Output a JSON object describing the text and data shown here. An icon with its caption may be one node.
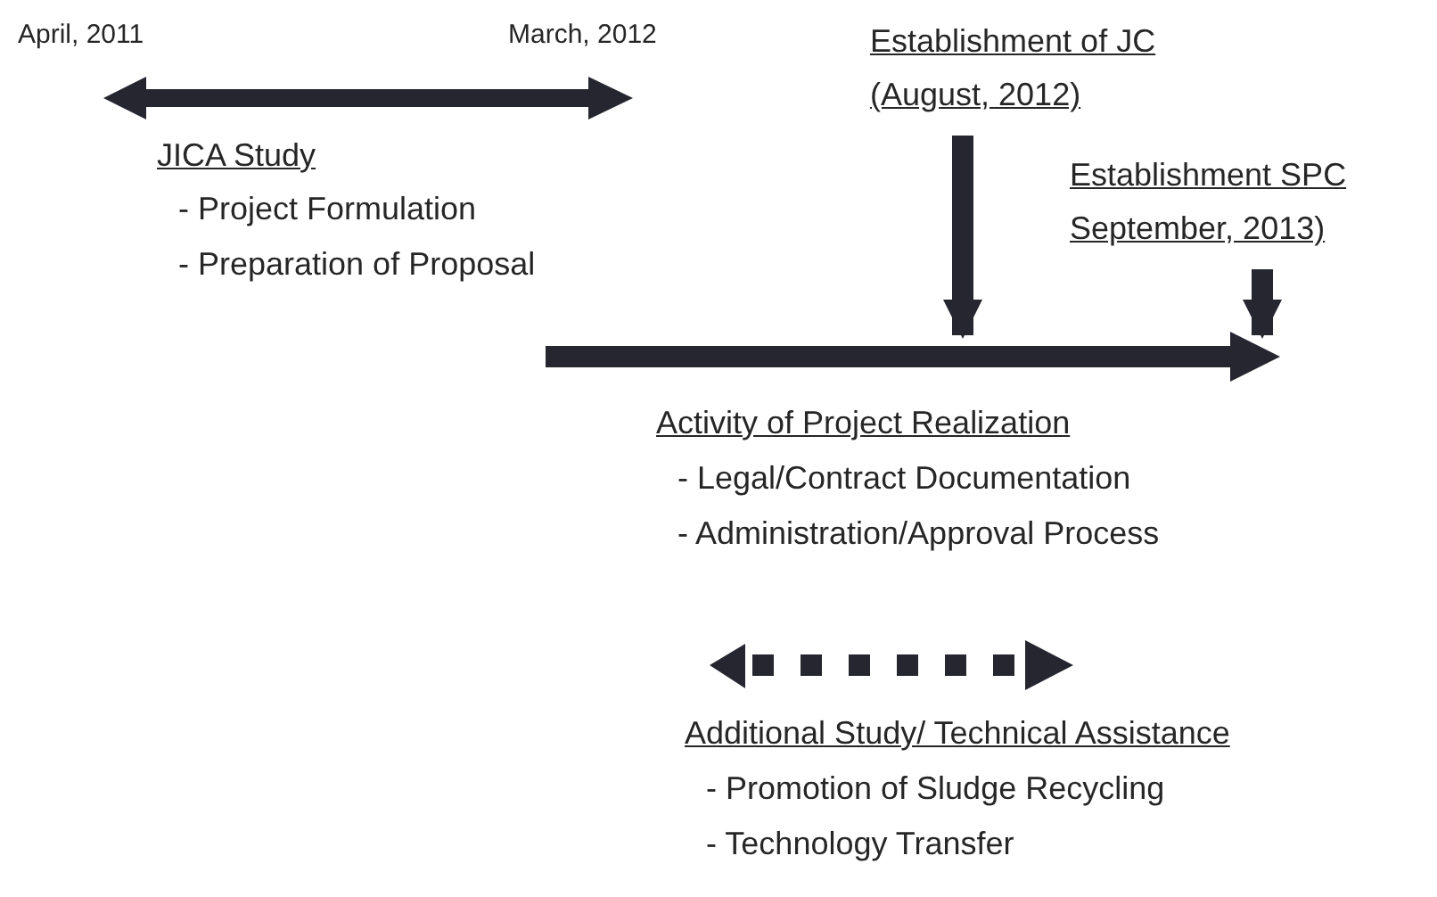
{
  "diagram": {
    "nodes": [
      {
        "text": [
          "Establishment of JC (August, 2012)"
        ]
      },
      {
        "text": [
          "Establishment SPC September, 2013)"
        ]
      },
      {
        "text": [],
        "shape": "bar"
      }
    ],
    "edges": [
      {
        "from": 0,
        "to": 2,
        "arrow": "to"
      },
      {
        "from": 1,
        "to": 2,
        "arrow": "to"
      }
    ],
    "labels": [
      "April, 2011",
      "March, 2012",
      "JICA Study",
      "- Project Formulation",
      "- Preparation of Proposal",
      "Activity of Project Realization",
      "- Legal/Contract Documentation",
      "- Administration/Approval Process",
      "Additional Study/ Technical Assistance",
      "- Promotion of Sludge Recycling",
      "- Technology Transfer"
    ]
  }
}
